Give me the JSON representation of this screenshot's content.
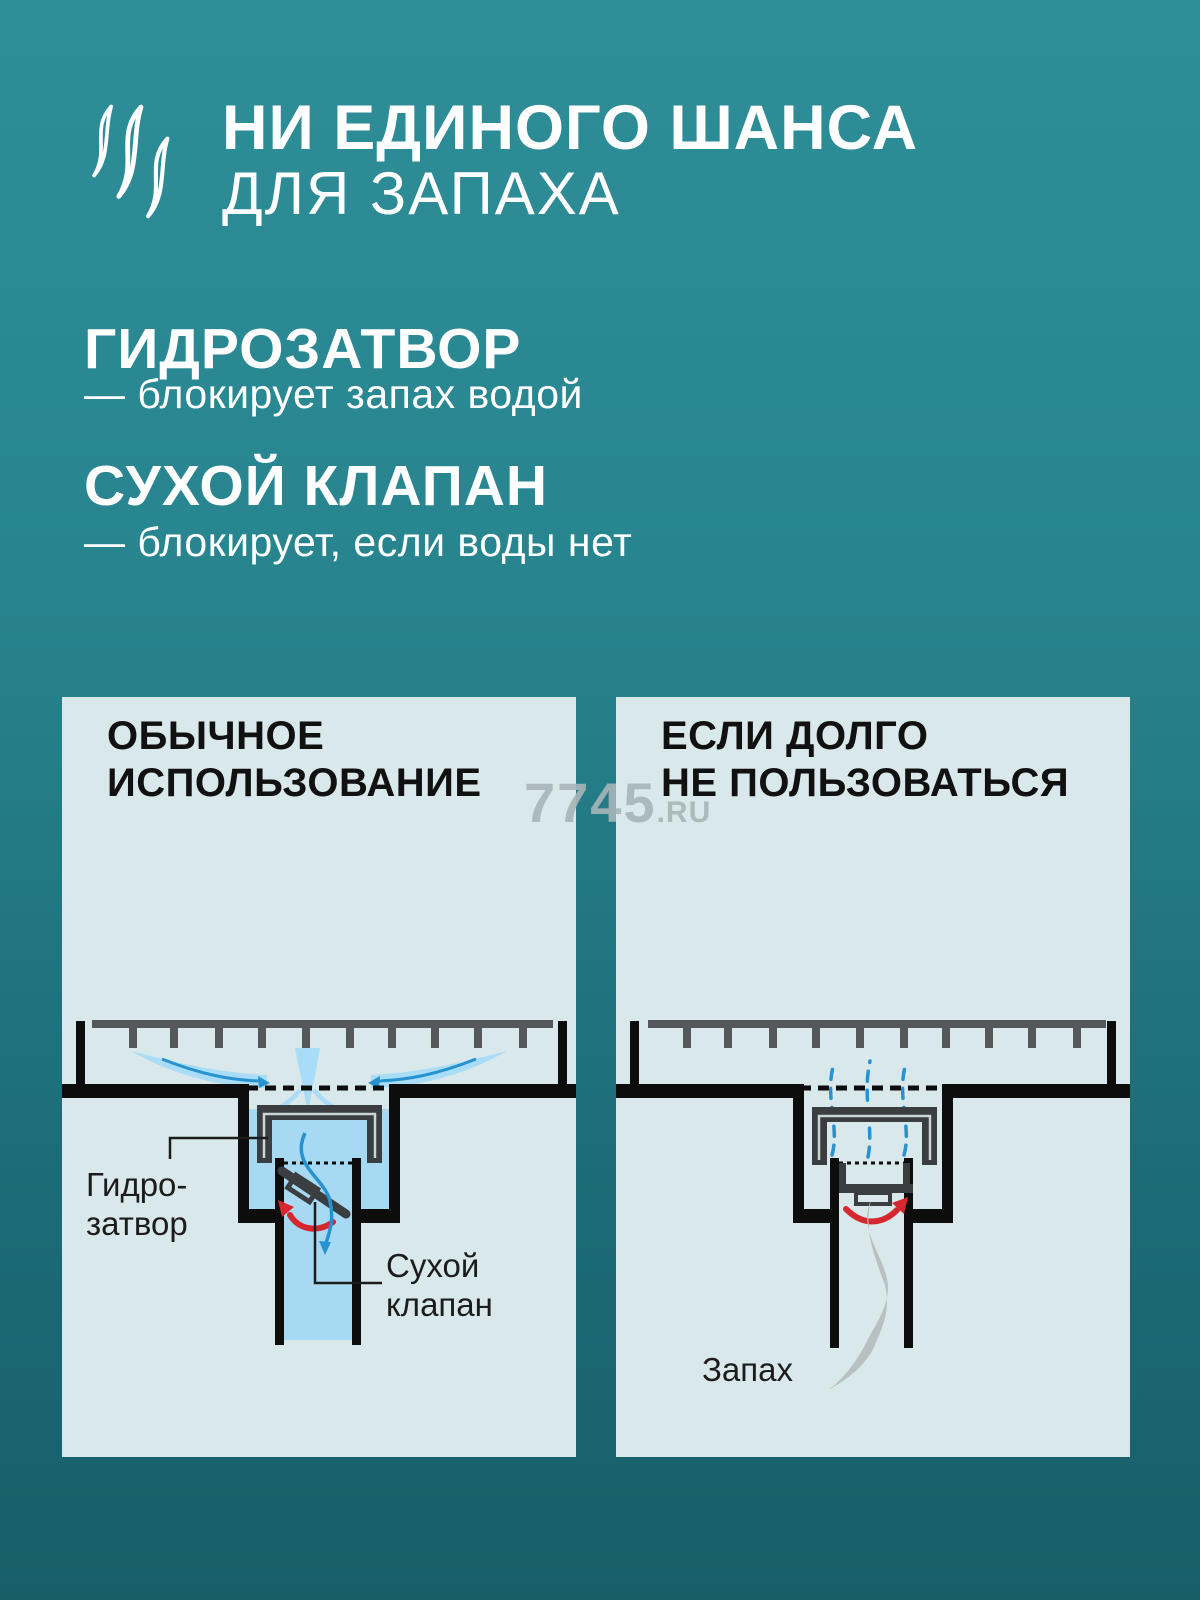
{
  "colors": {
    "background_top": "#2e8e98",
    "background_bottom": "#175e69",
    "panel": "#d9e8ea",
    "water": "#a7d9f3",
    "stream": "#a9dcf6",
    "flow_arrow": "#2792d0",
    "alert_arrow": "#d7272e",
    "smoke": "#b9c0c2",
    "line": "#0d0d0d",
    "grate": "#54585a",
    "cup": "#3b3e40",
    "text_light": "#ffffff",
    "text_dark": "#1c1c1c",
    "watermark": "#a9b6b9"
  },
  "header": {
    "icon": "steam-icon",
    "title_bold": "НИ ЕДИНОГО ШАНСА",
    "title_light": "ДЛЯ ЗАПАХА"
  },
  "features": [
    {
      "heading": "ГИДРОЗАТВОР",
      "description": "— блокирует запах водой"
    },
    {
      "heading": "СУХОЙ КЛАПАН",
      "description": "— блокирует, если воды нет"
    }
  ],
  "panels": [
    {
      "heading": "ОБЫЧНОЕ\nИСПОЛЬЗОВАНИЕ",
      "labels": {
        "water_seal": "Гидро-\nзатвор",
        "dry_valve": "Сухой\nклапан"
      }
    },
    {
      "heading": "ЕСЛИ ДОЛГО\nНЕ ПОЛЬЗОВАТЬСЯ",
      "labels": {
        "smell": "Запах"
      }
    }
  ],
  "watermark": {
    "number": "7745",
    "domain": ".RU"
  }
}
